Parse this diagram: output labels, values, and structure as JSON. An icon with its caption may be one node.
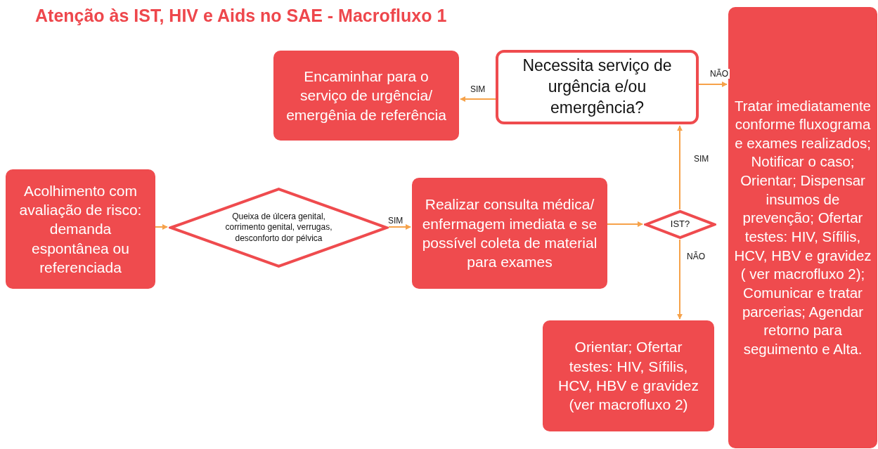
{
  "diagram": {
    "title": "Atenção às IST, HIV e Aids no SAE - Macrofluxo 1",
    "nodes": [
      {
        "text": [
          "Acolhimento com avaliação de risco: demanda espontânea ou referenciada"
        ]
      },
      {
        "text": [
          "Queixa de úlcera genital, corrimento genital, verrugas, desconforto dor pélvica"
        ]
      },
      {
        "text": [
          "Realizar consulta médica/ enfermagem imediata e se possível coleta de material para exames"
        ]
      },
      {
        "text": [
          "IST?"
        ]
      },
      {
        "text": [
          "Necessita serviço de urgência e/ou emergência?"
        ]
      },
      {
        "text": [
          "Encaminhar para o serviço de urgência/ emergênia de referência"
        ]
      },
      {
        "text": [
          "Tratar imediatamente conforme fluxograma e exames realizados; Notificar o caso; Orientar; Dispensar insumos de prevenção; Ofertar testes: HIV, Sífilis, HCV, HBV e gravidez ( ver macrofluxo 2); Comunicar e tratar parcerias; Agendar retorno para seguimento e Alta."
        ]
      },
      {
        "text": [
          "Orientar; Ofertar testes: HIV, Sífilis, HCV, HBV e gravidez (ver macrofluxo 2)"
        ]
      }
    ],
    "edges": [
      {
        "from": 0,
        "to": 1,
        "arrow": "to"
      },
      {
        "from": 1,
        "to": 2,
        "arrow": "to",
        "label": "SIM"
      },
      {
        "from": 2,
        "to": 3,
        "arrow": "to"
      },
      {
        "from": 3,
        "to": 4,
        "arrow": "to",
        "label": "SIM"
      },
      {
        "from": 3,
        "to": 7,
        "arrow": "to",
        "label": "NÃO"
      },
      {
        "from": 4,
        "to": 5,
        "arrow": "to",
        "label": "SIM"
      },
      {
        "from": 4,
        "to": 6,
        "arrow": "to",
        "label": "NÃO"
      }
    ]
  }
}
